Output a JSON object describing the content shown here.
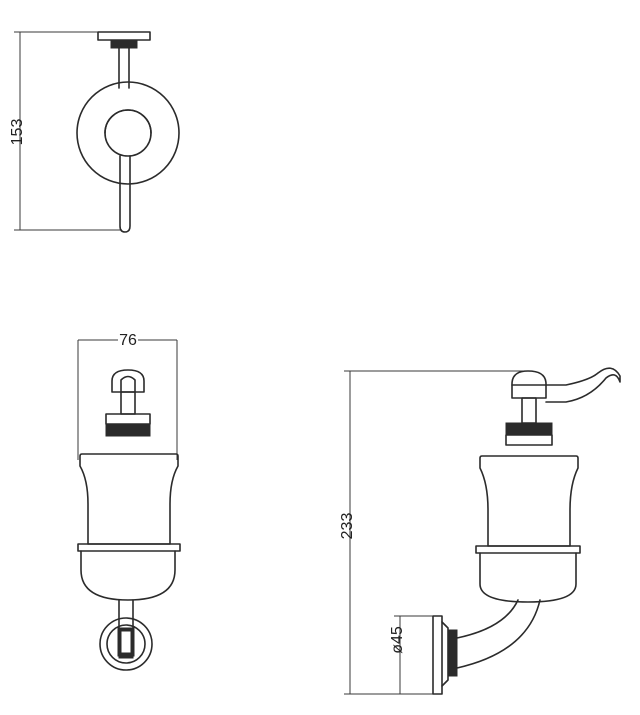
{
  "dimensions": {
    "top_height": "153",
    "front_width": "76",
    "side_height": "233",
    "side_diameter": "ø45"
  },
  "colors": {
    "line": "#2b2b2b",
    "background": "#ffffff"
  }
}
